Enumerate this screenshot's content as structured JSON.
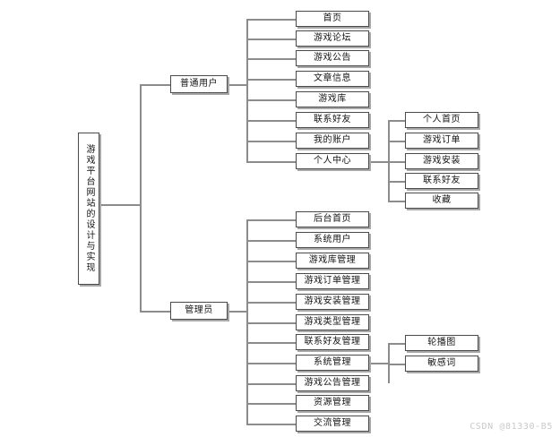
{
  "diagram": {
    "title": "游戏平台网站的设计与实现",
    "root": {
      "label": "游戏平台网站的设计与实现"
    },
    "branches": [
      {
        "label": "普通用户"
      },
      {
        "label": "管理员"
      }
    ],
    "user_items": [
      {
        "label": "首页"
      },
      {
        "label": "游戏论坛"
      },
      {
        "label": "游戏公告"
      },
      {
        "label": "文章信息"
      },
      {
        "label": "游戏库"
      },
      {
        "label": "联系好友"
      },
      {
        "label": "我的账户"
      },
      {
        "label": "个人中心"
      }
    ],
    "user_center_items": [
      {
        "label": "个人首页"
      },
      {
        "label": "游戏订单"
      },
      {
        "label": "游戏安装"
      },
      {
        "label": "联系好友"
      },
      {
        "label": "收藏"
      }
    ],
    "admin_items": [
      {
        "label": "后台首页"
      },
      {
        "label": "系统用户"
      },
      {
        "label": "游戏库管理"
      },
      {
        "label": "游戏订单管理"
      },
      {
        "label": "游戏安装管理"
      },
      {
        "label": "游戏类型管理"
      },
      {
        "label": "联系好友管理"
      },
      {
        "label": "系统管理"
      },
      {
        "label": "游戏公告管理"
      },
      {
        "label": "资源管理"
      },
      {
        "label": "交流管理"
      }
    ],
    "system_manage_items": [
      {
        "label": "轮播图"
      },
      {
        "label": "敏感词"
      }
    ]
  },
  "watermark": {
    "text": "CSDN @81330-B5"
  },
  "colors": {
    "box_border": "#4a4a4a",
    "box_shadow": "#a8a8a8",
    "line": "#8c8c8c",
    "text": "#141414",
    "background": "#ffffff",
    "watermark": "#c9c9c9"
  }
}
